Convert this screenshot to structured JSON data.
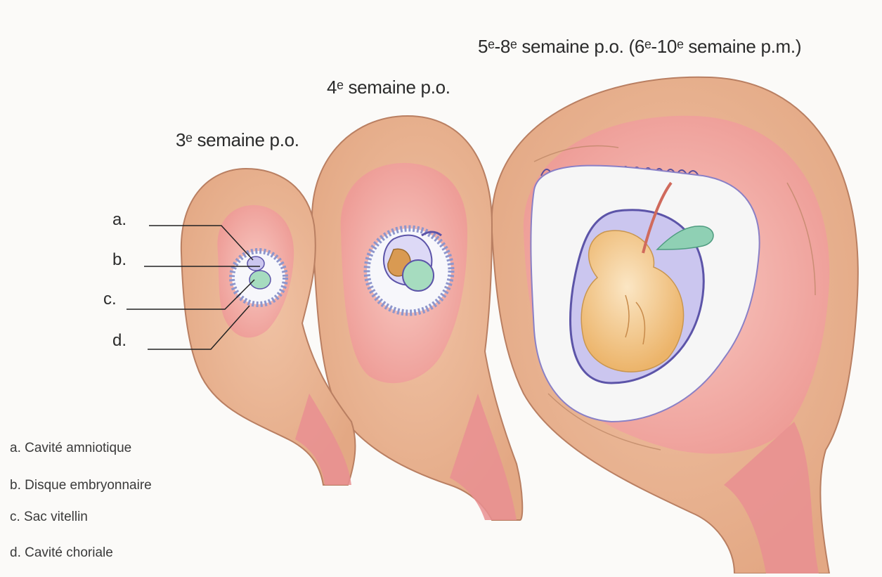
{
  "stages": [
    {
      "id": "week3",
      "title": "3ᵉ semaine p.o."
    },
    {
      "id": "week4",
      "title": "4ᵉ semaine p.o."
    },
    {
      "id": "week5_8",
      "title": "5ᵉ-8ᵉ semaine p.o. (6ᵉ-10ᵉ semaine p.m.)"
    }
  ],
  "markers": [
    "a.",
    "b.",
    "c.",
    "d."
  ],
  "legend": [
    "a. Cavité amniotique",
    "b. Disque embryonnaire",
    "c. Sac vitellin",
    "d. Cavité choriale"
  ],
  "colors": {
    "uterine_wall": "#e8b08f",
    "endometrium": "#f1a6a0",
    "cervix": "#e98f92",
    "chorion_border": "#9aa6d6",
    "yolk_sac": "#9fd8b8",
    "embryo": "#f3c27a",
    "amnion": "#b8b4e8"
  }
}
